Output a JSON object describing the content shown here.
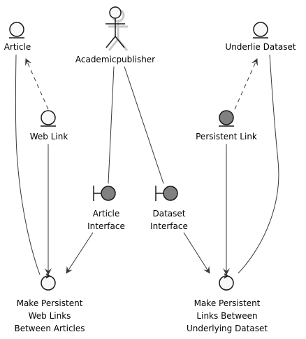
{
  "nodes": {
    "academic_publisher": {
      "label": "Academicpublisher",
      "kind": "actor"
    },
    "article": {
      "label": "Article",
      "kind": "entity"
    },
    "web_link": {
      "label": "Web Link",
      "kind": "entity"
    },
    "underlie_dataset": {
      "label": "Underlie Dataset",
      "kind": "entity"
    },
    "persistent_link": {
      "label": "Persistent Link",
      "kind": "entity-filled"
    },
    "article_interface": {
      "label_lines": [
        "Article",
        "Interface"
      ],
      "kind": "boundary"
    },
    "dataset_interface": {
      "label_lines": [
        "Dataset",
        "Interface"
      ],
      "kind": "boundary"
    },
    "make_persistent_web_links": {
      "label_lines": [
        "Make Persistent",
        "Web Links",
        "Between Articles"
      ],
      "kind": "control"
    },
    "make_persistent_links_dataset": {
      "label_lines": [
        "Make Persistent",
        "Links Between",
        "Underlying Dataset"
      ],
      "kind": "control"
    }
  },
  "colors": {
    "light_fill": "#f8f8f8",
    "dark_fill": "#808080",
    "stroke": "#181818",
    "edge": "#383838"
  }
}
